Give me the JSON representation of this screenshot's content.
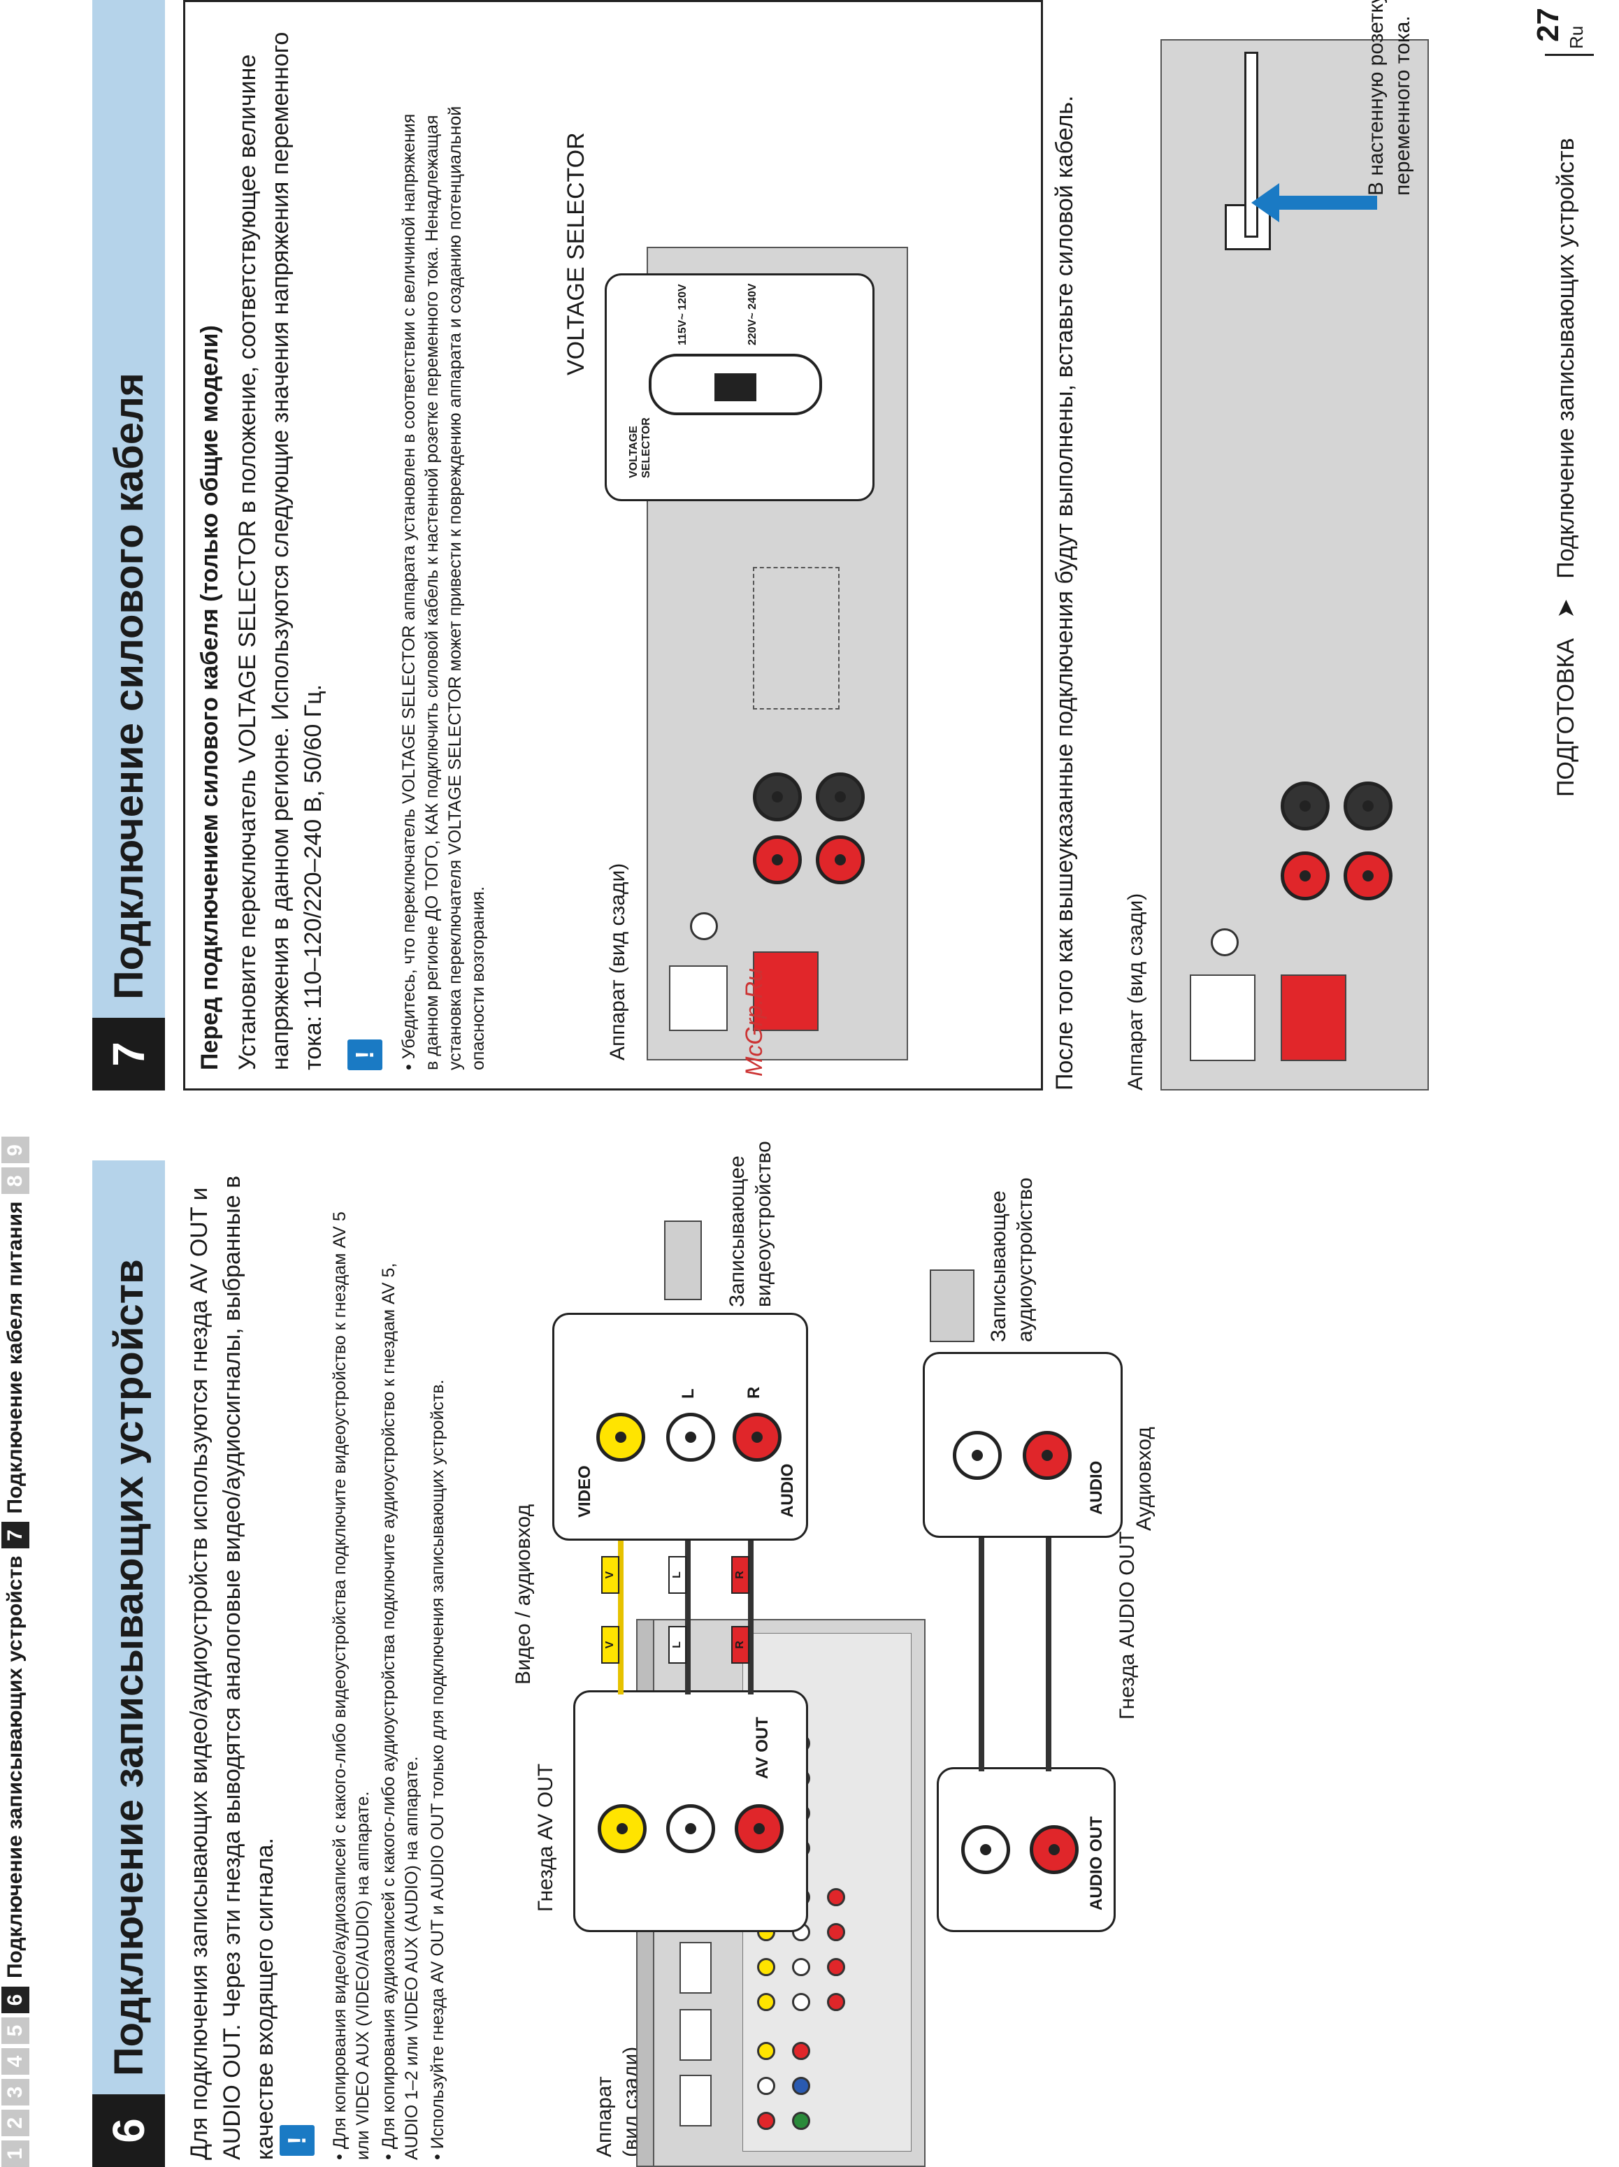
{
  "nav": {
    "items": [
      {
        "num": "1",
        "label": ""
      },
      {
        "num": "2",
        "label": ""
      },
      {
        "num": "3",
        "label": ""
      },
      {
        "num": "4",
        "label": ""
      },
      {
        "num": "5",
        "label": ""
      },
      {
        "num": "6",
        "label": "Подключение записывающих устройств"
      },
      {
        "num": "7",
        "label": "Подключение кабеля питания"
      },
      {
        "num": "8",
        "label": ""
      },
      {
        "num": "9",
        "label": ""
      }
    ]
  },
  "section6": {
    "num": "6",
    "title": "Подключение записывающих устройств",
    "intro": "Для подключения записывающих видео/аудиоустройств используются гнезда AV OUT и AUDIO OUT. Через эти гнезда выводятся аналоговые видео/аудиосигналы, выбранные в качестве входящего сигнала.",
    "notice_mark": "!",
    "notes": [
      "Для копирования видео/аудиозаписей с какого-либо видеоустройства подключите видеоустройство к гнездам AV 5 или VIDEO AUX (VIDEO/AUDIO) на аппарате.",
      "Для копирования аудиозаписей с какого-либо аудиоустройства подключите аудиоустройство к гнездам AV 5, AUDIO 1–2 или VIDEO AUX (AUDIO) на аппарате.",
      "Используйте гнезда AV OUT и AUDIO OUT только для подключения записывающих устройств."
    ],
    "labels": {
      "unit_rear_1": "Аппарат",
      "unit_rear_2": "(вид сзади)",
      "av_out_jacks": "Гнезда AV OUT",
      "video_audio_in": "Видео / аудиовход",
      "audio_out_jacks": "Гнезда AUDIO OUT",
      "audio_in": "Аудиовход",
      "rec_video_1": "Записывающее",
      "rec_video_2": "видеоустройство",
      "rec_audio_1": "Записывающее",
      "rec_audio_2": "аудиоустройство",
      "jack_av_out": "AV OUT",
      "jack_audio_out": "AUDIO OUT",
      "jack_video": "VIDEO",
      "jack_audio": "AUDIO",
      "jack_l": "L",
      "jack_r": "R",
      "plug_v": "V",
      "plug_l": "L",
      "plug_r": "R"
    }
  },
  "section7": {
    "num": "7",
    "title": "Подключение силового кабеля",
    "box_heading": "Перед подключением силового кабеля (только общие модели)",
    "box_text": "Установите переключатель VOLTAGE SELECTOR в положение, соответствующее величине напряжения в данном регионе. Используются следующие значения напряжения переменного тока: 110–120/220–240 В, 50/60 Гц.",
    "notice_mark": "!",
    "box_note": "Убедитесь, что переключатель VOLTAGE SELECTOR аппарата установлен в соответствии с величиной напряжения в данном регионе ДО ТОГО, КАК подключить силовой кабель к настенной розетке переменного тока. Ненадлежащая установка переключателя VOLTAGE SELECTOR может привести к повреждению аппарата и созданию потенциальной опасности возгорания.",
    "unit_rear": "Аппарат (вид сзади)",
    "voltage_selector": "VOLTAGE SELECTOR",
    "vs_small": "VOLTAGE SELECTOR",
    "vs_115": "115V~ 120V",
    "vs_230": "220V~ 240V",
    "after_text": "После того как вышеуказанные подключения будут выполнены, вставьте силовой кабель.",
    "unit_rear_2": "Аппарат (вид сзади)",
    "wall_outlet_1": "В настенную розетку",
    "wall_outlet_2": "переменного тока."
  },
  "watermark": "McGrp.Ru",
  "footer": {
    "section": "ПОДГОТОВКА",
    "arrow": "➤",
    "subsection": "Подключение записывающих устройств",
    "lang": "Ru",
    "page": "27"
  }
}
